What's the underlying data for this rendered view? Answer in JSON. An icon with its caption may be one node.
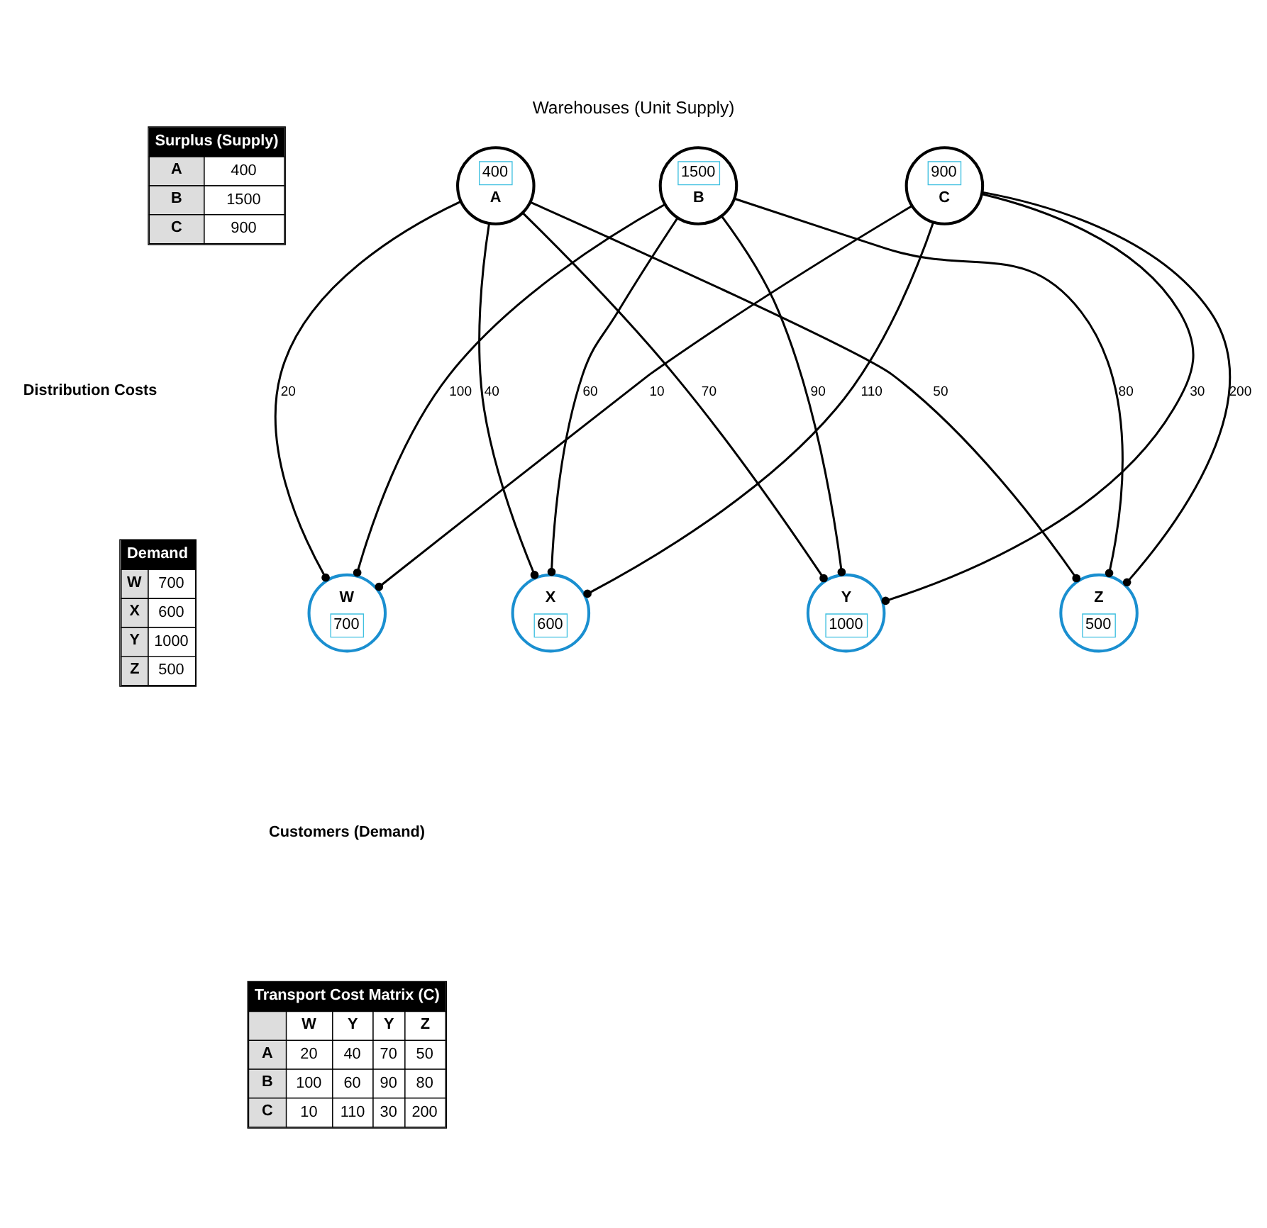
{
  "diagram": {
    "title": "Warehouses (Unit Supply)",
    "nodes": [
      {
        "text": [
          "400",
          "A"
        ]
      },
      {
        "text": [
          "1500",
          "B"
        ]
      },
      {
        "text": [
          "900",
          "C"
        ]
      },
      {
        "text": [
          "W",
          "700"
        ]
      },
      {
        "text": [
          "X",
          "600"
        ]
      },
      {
        "text": [
          "Y",
          "1000"
        ]
      },
      {
        "text": [
          "Z",
          "500"
        ]
      }
    ],
    "edges": [
      {
        "from": 0,
        "to": 3,
        "arrow": "other",
        "label": "20"
      },
      {
        "from": 0,
        "to": 4,
        "arrow": "other",
        "label": "40"
      },
      {
        "from": 0,
        "to": 5,
        "arrow": "other",
        "label": "70"
      },
      {
        "from": 0,
        "to": 6,
        "arrow": "other",
        "label": "50"
      },
      {
        "from": 1,
        "to": 3,
        "arrow": "other",
        "label": "100"
      },
      {
        "from": 1,
        "to": 4,
        "arrow": "other",
        "label": "60"
      },
      {
        "from": 1,
        "to": 5,
        "arrow": "other",
        "label": "90"
      },
      {
        "from": 1,
        "to": 6,
        "arrow": "other",
        "label": "80"
      },
      {
        "from": 2,
        "to": 3,
        "arrow": "other",
        "label": "10"
      },
      {
        "from": 2,
        "to": 4,
        "arrow": "other",
        "label": "110"
      },
      {
        "from": 2,
        "to": 5,
        "arrow": "other",
        "label": "30"
      },
      {
        "from": 2,
        "to": 6,
        "arrow": "other",
        "label": "200"
      }
    ],
    "labels": [
      "Surplus (Supply)",
      "A",
      "400",
      "B",
      "1500",
      "C",
      "900",
      "Distribution Costs",
      "Demand",
      "W",
      "700",
      "X",
      "600",
      "Y",
      "1000",
      "Z",
      "500",
      "Customers (Demand)",
      "Transport Cost Matrix (C)",
      "W",
      "Y",
      "Y",
      "Z",
      "A",
      "20",
      "40",
      "70",
      "50",
      "B",
      "100",
      "60",
      "90",
      "80",
      "C",
      "10",
      "110",
      "30",
      "200"
    ]
  }
}
